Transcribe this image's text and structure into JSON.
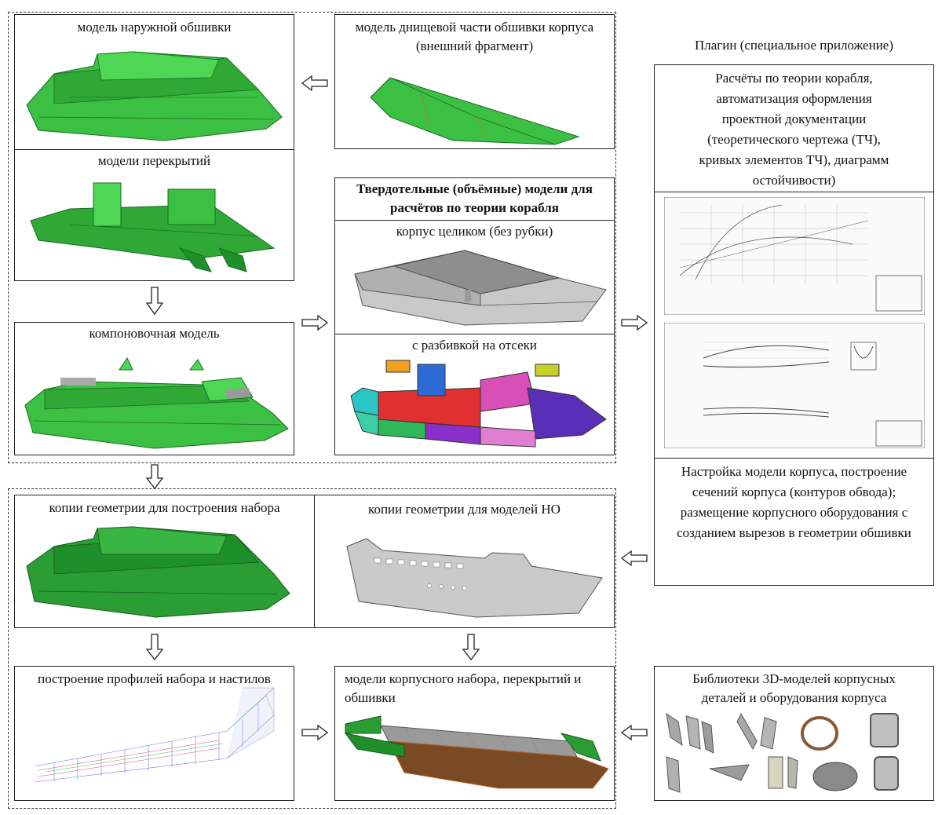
{
  "boxes": {
    "outer_skin": "модель наружной обшивки",
    "bottom_skin": "модель днищевой части обшивки корпуса (внешний фрагмент)",
    "decks": "модели перекрытий",
    "layout": "компоновочная модель",
    "solid_header": "Твердотельные (объёмные) модели для расчётов по теории корабля",
    "hull_whole": "корпус целиком (без рубки)",
    "compartments": "с разбивкой на отсеки",
    "copies_frame": "копии геометрии для построения набора",
    "copies_ho": "копии геометрии для моделей НО",
    "profiles": "построение профилей набора и настилов",
    "hull_models": "модели корпусного набора, перекрытий и обшивки",
    "plugin_title": "Плагин (специальное приложение)",
    "plugin_calc": "Расчёты по теории корабля, автоматизация оформления проектной документации (теоретического чертежа (ТЧ), кривых элементов ТЧ), диаграмм остойчивости)",
    "plugin_setup": "Настройка модели корпуса, построение сечений корпуса (контуров обвода); размещение корпусного оборудования с созданием вырезов в геометрии обшивки",
    "libraries": "Библиотеки 3D-моделей корпусных деталей и оборудования корпуса"
  },
  "colors": {
    "green_light": "#3fbf3f",
    "green_dark": "#1f8f2a",
    "grey_hull": "#b8b8b8",
    "dashed_border": "#333333"
  }
}
